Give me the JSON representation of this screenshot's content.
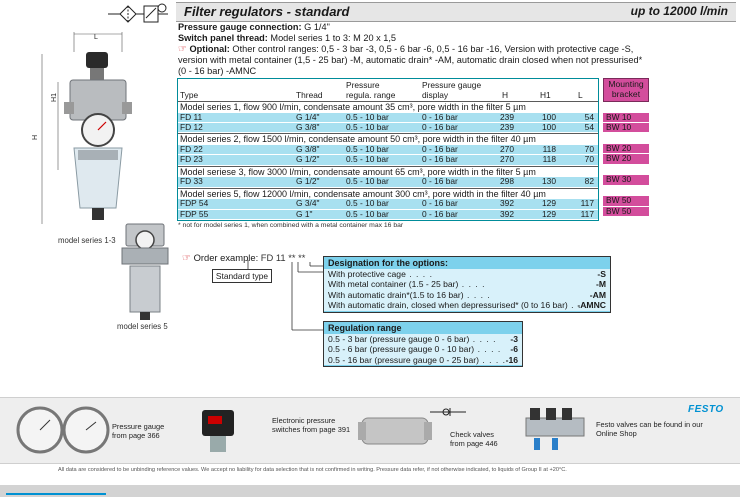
{
  "header": {
    "title": "Filter regulators - standard",
    "right": "up to 12000 l/min"
  },
  "intro": {
    "conn_label": "Pressure gauge connection:",
    "conn_value": "G 1/4\"",
    "panel_label": "Switch panel thread:",
    "panel_value": "Model series 1 to 3: M 20 x 1,5",
    "optional_label": "Optional:",
    "optional_text": "Other control ranges: 0,5 - 3 bar -3, 0,5 - 6 bar -6, 0,5 - 16 bar -16, Version with protective cage -S, version with metal container (1,5 - 25 bar) -M, automatic drain* -AM, automatic drain closed when not pressurised* (0 - 16 bar) -AMNC"
  },
  "table": {
    "headers": {
      "type": "Type",
      "thread": "Thread",
      "pressure1": "Pressure",
      "pressure2": "regula. range",
      "gauge1": "Pressure gauge",
      "gauge2": "display",
      "h": "H",
      "h1": "H1",
      "l": "L"
    },
    "groups": [
      {
        "title": "Model series 1, flow 900 l/min, condensate amount 35 cm³, pore width in the filter 5 µm",
        "rows": [
          {
            "type": "FD 11",
            "thread": "G 1/4\"",
            "range": "0.5 - 10 bar",
            "display": "0 - 16 bar",
            "h": "239",
            "h1": "100",
            "l": "54",
            "bracket": "BW 10"
          },
          {
            "type": "FD 12",
            "thread": "G 3/8\"",
            "range": "0.5 - 10 bar",
            "display": "0 - 16 bar",
            "h": "239",
            "h1": "100",
            "l": "54",
            "bracket": "BW 10"
          }
        ]
      },
      {
        "title": "Model series 2, flow 1500 l/min, condensate amount 50 cm³, pore width in the filter 40 µm",
        "rows": [
          {
            "type": "FD 22",
            "thread": "G 3/8\"",
            "range": "0.5 - 10 bar",
            "display": "0 - 16 bar",
            "h": "270",
            "h1": "118",
            "l": "70",
            "bracket": "BW 20"
          },
          {
            "type": "FD 23",
            "thread": "G 1/2\"",
            "range": "0.5 - 10 bar",
            "display": "0 - 16 bar",
            "h": "270",
            "h1": "118",
            "l": "70",
            "bracket": "BW 20"
          }
        ]
      },
      {
        "title": "Model seriese 3, flow 3000 l/min, condensate amount 65 cm³, pore width in the filter 5 µm",
        "rows": [
          {
            "type": "FD 33",
            "thread": "G 1/2\"",
            "range": "0.5 - 10 bar",
            "display": "0 - 16 bar",
            "h": "298",
            "h1": "130",
            "l": "82",
            "bracket": "BW 30"
          }
        ]
      },
      {
        "title": "Model series 5, flow 12000 l/min, condensate amount 300 cm³, pore width in the filter 40 µm",
        "rows": [
          {
            "type": "FDP 54",
            "thread": "G 3/4\"",
            "range": "0.5 - 10 bar",
            "display": "0 - 16 bar",
            "h": "392",
            "h1": "129",
            "l": "117",
            "bracket": "BW 50"
          },
          {
            "type": "FDP 55",
            "thread": "G 1\"",
            "range": "0.5 - 10 bar",
            "display": "0 - 16 bar",
            "h": "392",
            "h1": "129",
            "l": "117",
            "bracket": "BW 50"
          }
        ]
      }
    ],
    "bracket_header": "Mounting bracket",
    "footnote": "* not for model series 1, when combined with a metal container max 16 bar"
  },
  "order": {
    "label": "Order example:",
    "code": "FD 11 ** **",
    "standard_type": "Standard type"
  },
  "options_box": {
    "title": "Designation for the options:",
    "items": [
      {
        "label": "With protective cage",
        "code": "-S"
      },
      {
        "label": "With metal container (1.5 - 25 bar)",
        "code": "-M"
      },
      {
        "label": "With automatic drain*(1.5 to 16 bar)",
        "code": "-AM"
      },
      {
        "label": "With automatic drain, closed when depressurised* (0 to 16 bar)",
        "code": "-AMNC"
      }
    ]
  },
  "regulation_box": {
    "title": "Regulation range",
    "items": [
      {
        "label": "0.5 - 3 bar (pressure gauge 0 - 6 bar)",
        "code": "-3"
      },
      {
        "label": "0.5 - 6 bar (pressure gauge 0 - 10 bar)",
        "code": "-6"
      },
      {
        "label": "0.5 - 16 bar (pressure gauge 0 - 25 bar)",
        "code": "-16"
      }
    ]
  },
  "figures": {
    "model_13": "model series 1-3",
    "model_5": "model series 5",
    "dim_l": "L",
    "dim_h1": "H1",
    "dim_h": "H"
  },
  "bottom": {
    "gauge": "Pressure gauge from page 366",
    "switch": "Electronic pressure switches from page 391",
    "check": "Check valves from page 446",
    "festo_logo": "FESTO",
    "festo": "Festo valves can be found in our Online Shop"
  },
  "disclaimer": "All data are considered to be unbinding reference values. We accept no liability for data selection that is not confirmed in writing. Pressure data refer, if not otherwise indicated, to liquids of Group II at +20°C.",
  "colors": {
    "teal": "#008c9a",
    "row_blue": "#a8e0f0",
    "magenta": "#d34d9c",
    "box_blue": "#7dd1ec",
    "festo_blue": "#0091d2"
  }
}
